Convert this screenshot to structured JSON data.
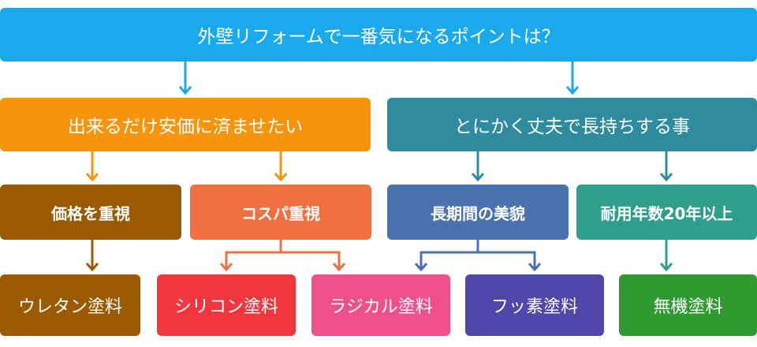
{
  "title": "外壁リフォームで一番気になるポイントは？",
  "categories": {
    "cheap": "出来るだけ安価に済ませたい",
    "durable": "とにかく丈夫で長持ちする事"
  },
  "subcategories": {
    "price": "価格を重視",
    "cospa": "コスパ重視",
    "beauty": "長期間の美貌",
    "years": "耐用年数20年以上"
  },
  "paints": {
    "urethane": "ウレタン塗料",
    "silicone": "シリコン塗料",
    "radical": "ラジカル塗料",
    "fluorine": "フッ素塗料",
    "inorganic": "無機塗料"
  },
  "colors": {
    "title": "#1aa9ea",
    "cheap": "#f7940c",
    "durable": "#2e8c9e",
    "price": "#9a5a00",
    "cospa": "#f07040",
    "beauty": "#4a72b0",
    "years": "#2f9e8a",
    "urethane": "#9a5a00",
    "silicone": "#f2363e",
    "radical": "#f0508a",
    "fluorine": "#5047aa",
    "inorganic": "#2f9a30"
  }
}
